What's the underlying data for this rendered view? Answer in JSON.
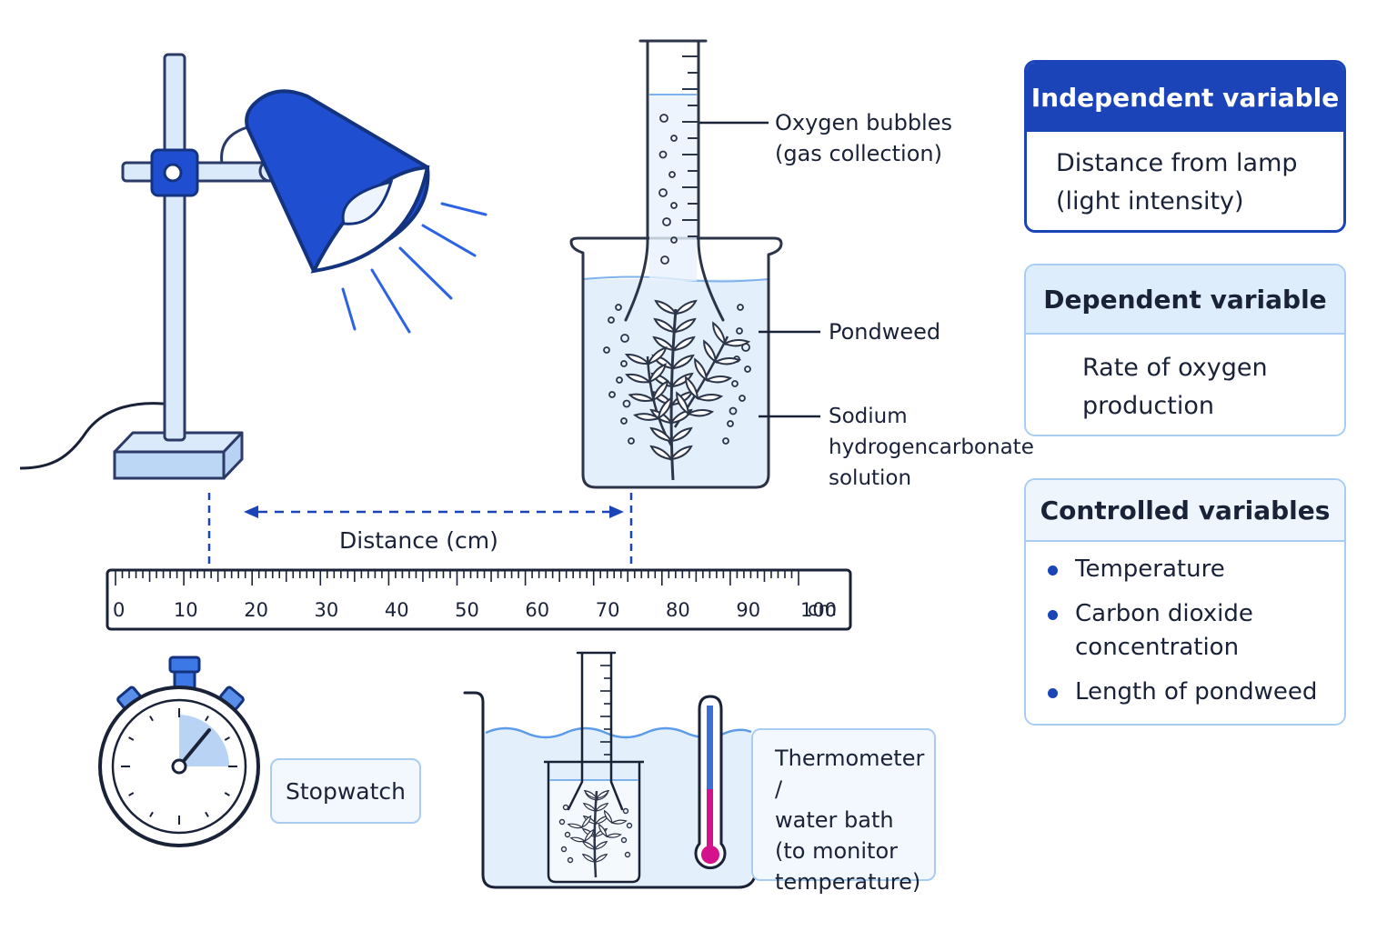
{
  "labels": {
    "oxygen_bubbles": [
      "Oxygen bubbles",
      "(gas collection)"
    ],
    "pondweed": "Pondweed",
    "solution": [
      "Sodium",
      "hydrogencarbonate",
      "solution"
    ],
    "distance": "Distance (cm)",
    "stopwatch": "Stopwatch",
    "thermometer": [
      "Thermometer /",
      "water bath",
      "(to monitor",
      "temperature)"
    ]
  },
  "ruler": {
    "ticks": [
      "0",
      "10",
      "20",
      "30",
      "40",
      "50",
      "60",
      "70",
      "80",
      "90",
      "100"
    ],
    "unit": "cm"
  },
  "cards": {
    "independent": {
      "title": "Independent variable",
      "lines": [
        "Distance from lamp",
        "(light intensity)"
      ]
    },
    "dependent": {
      "title": "Dependent variable",
      "lines": [
        "Rate of oxygen",
        "production"
      ]
    },
    "controlled": {
      "title": "Controlled variables",
      "items": [
        "Temperature",
        "Carbon dioxide concentration",
        "Length of pondweed"
      ]
    }
  },
  "colors": {
    "accent": "#1a44b8",
    "light_blue": "#deedfb",
    "water": "#e3effb",
    "outline": "#1a2238",
    "thermometer_fluid": "#d3128b"
  },
  "icons": [
    "lamp-icon",
    "stopwatch-icon",
    "thermometer-icon"
  ]
}
